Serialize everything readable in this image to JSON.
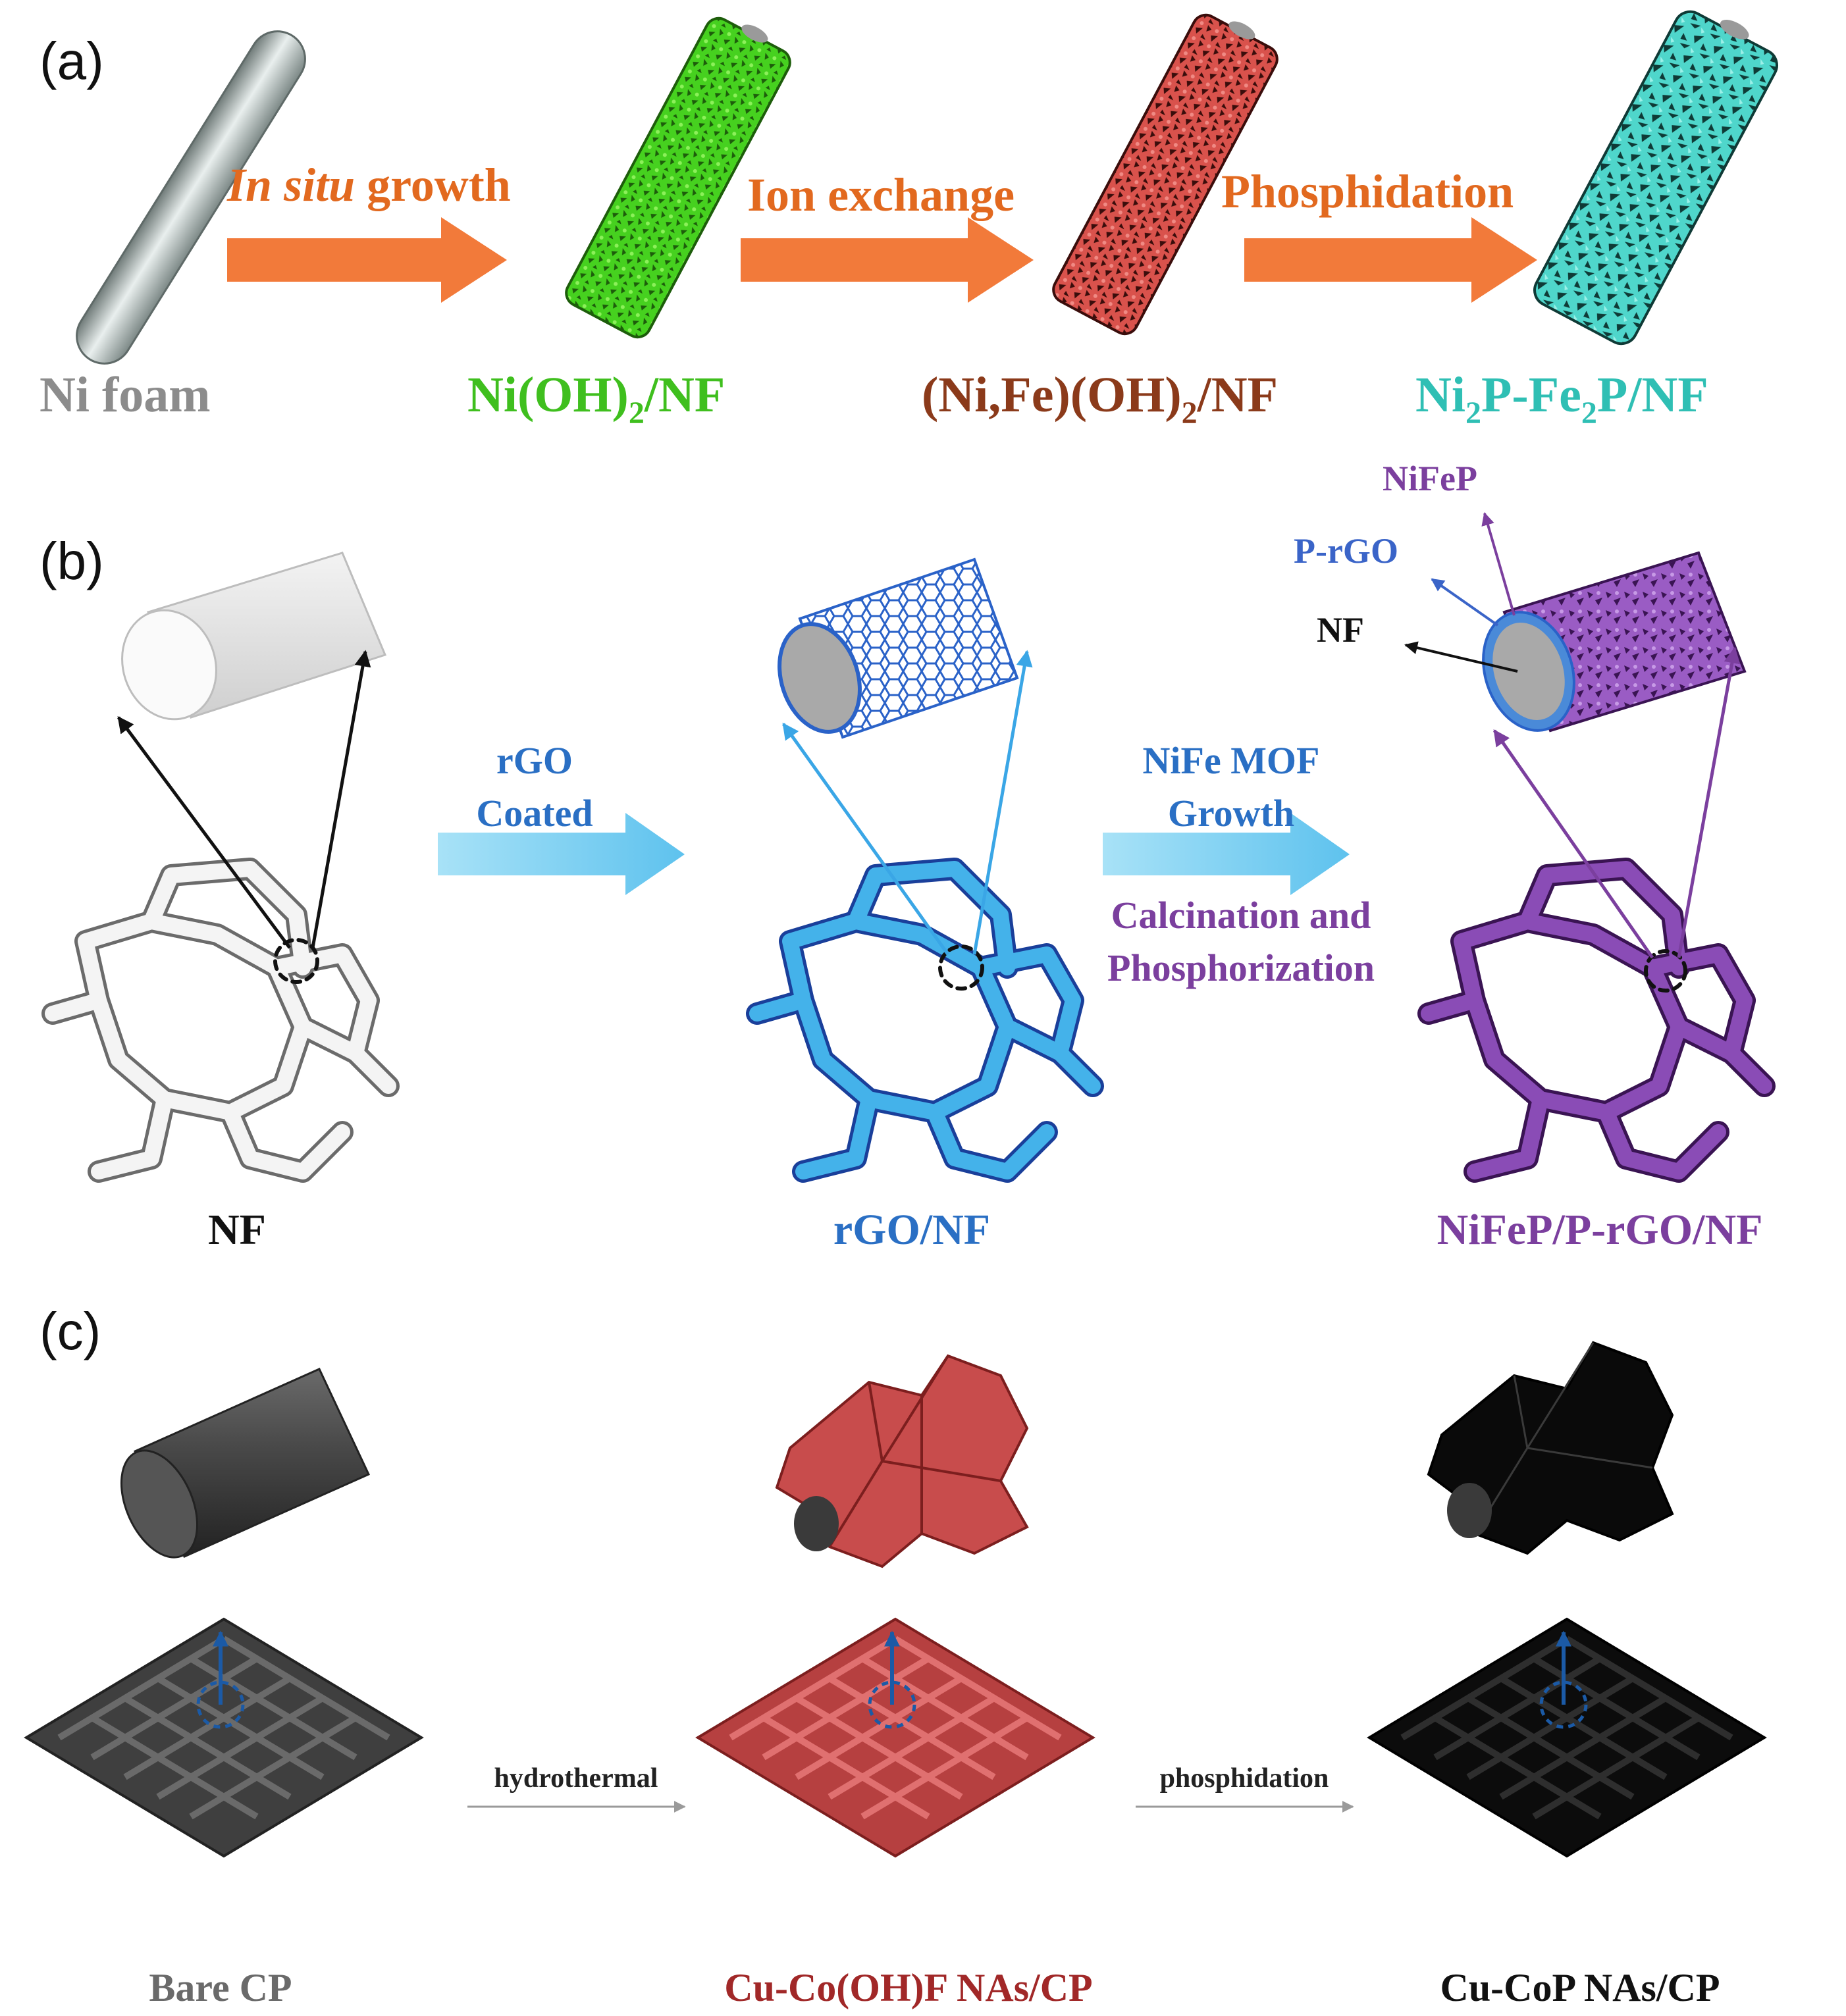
{
  "panel_a": {
    "label": "(a)",
    "steps": [
      {
        "prefix": "In situ",
        "suffix": " growth"
      },
      {
        "text": "Ion exchange"
      },
      {
        "text": "Phosphidation"
      }
    ],
    "materials": [
      {
        "parts": [
          "Ni foam"
        ]
      },
      {
        "parts": [
          "Ni(OH)",
          "2",
          "/NF"
        ]
      },
      {
        "parts": [
          "(Ni,Fe)(OH)",
          "2",
          "/NF"
        ]
      },
      {
        "parts": [
          "Ni",
          "2",
          "P-Fe",
          "2",
          "P/NF"
        ]
      }
    ]
  },
  "panel_b": {
    "label": "(b)",
    "step1": {
      "line1": "rGO",
      "line2": "Coated"
    },
    "step2": {
      "line1": "NiFe  MOF",
      "line2": "Growth",
      "line3": "Calcination and",
      "line4": "Phosphorization"
    },
    "layers": {
      "outer": "NiFeP",
      "middle": "P-rGO",
      "core": "NF"
    },
    "materials": [
      "NF",
      "rGO/NF",
      "NiFeP/P-rGO/NF"
    ]
  },
  "panel_c": {
    "label": "(c)",
    "steps": [
      "hydrothermal",
      "phosphidation"
    ],
    "materials": [
      "Bare CP",
      "Cu-Co(OH)F NAs/CP",
      "Cu-CoP NAs/CP"
    ]
  },
  "colors": {
    "arrow_orange": "#f27a3a",
    "step_orange": "#e2691f",
    "ni_foam_gray": "#8c8c8c",
    "nioh_green": "#3fbf1e",
    "nifeoh_brown": "#8b3a1a",
    "nip_teal": "#2fbfb4",
    "rgo_blue": "#2a6fc4",
    "arrow_lightblue": "#7fd0f2",
    "nifep_purple": "#7b3f9e",
    "cucooh_red": "#a12828",
    "dark": "#1a1a1a"
  }
}
